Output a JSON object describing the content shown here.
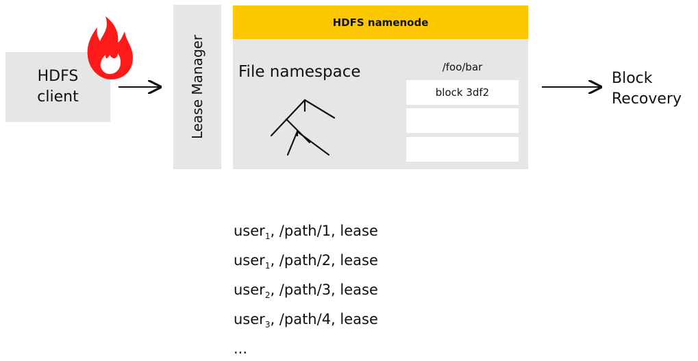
{
  "client": {
    "label": "HDFS\nclient",
    "fire_icon": "fire-icon"
  },
  "lease_manager": {
    "label": "Lease Manager"
  },
  "namenode": {
    "title": "HDFS namenode",
    "namespace_label": "File namespace",
    "tree_icon": "tree-icon",
    "path": "/foo/bar",
    "blocks": [
      "block 3df2",
      "",
      ""
    ]
  },
  "recovery": {
    "label": "Block\nRecovery"
  },
  "leases": [
    {
      "user": "user",
      "sub": "1",
      "rest": ", /path/1, lease"
    },
    {
      "user": "user",
      "sub": "1",
      "rest": ", /path/2, lease"
    },
    {
      "user": "user",
      "sub": "2",
      "rest": ", /path/3, lease"
    },
    {
      "user": "user",
      "sub": "3",
      "rest": ", /path/4, lease"
    }
  ],
  "leases_more": "...",
  "colors": {
    "box_gray": "#e6e6e6",
    "header_yellow": "#fdc800",
    "fire_red": "#ff1a1a"
  }
}
